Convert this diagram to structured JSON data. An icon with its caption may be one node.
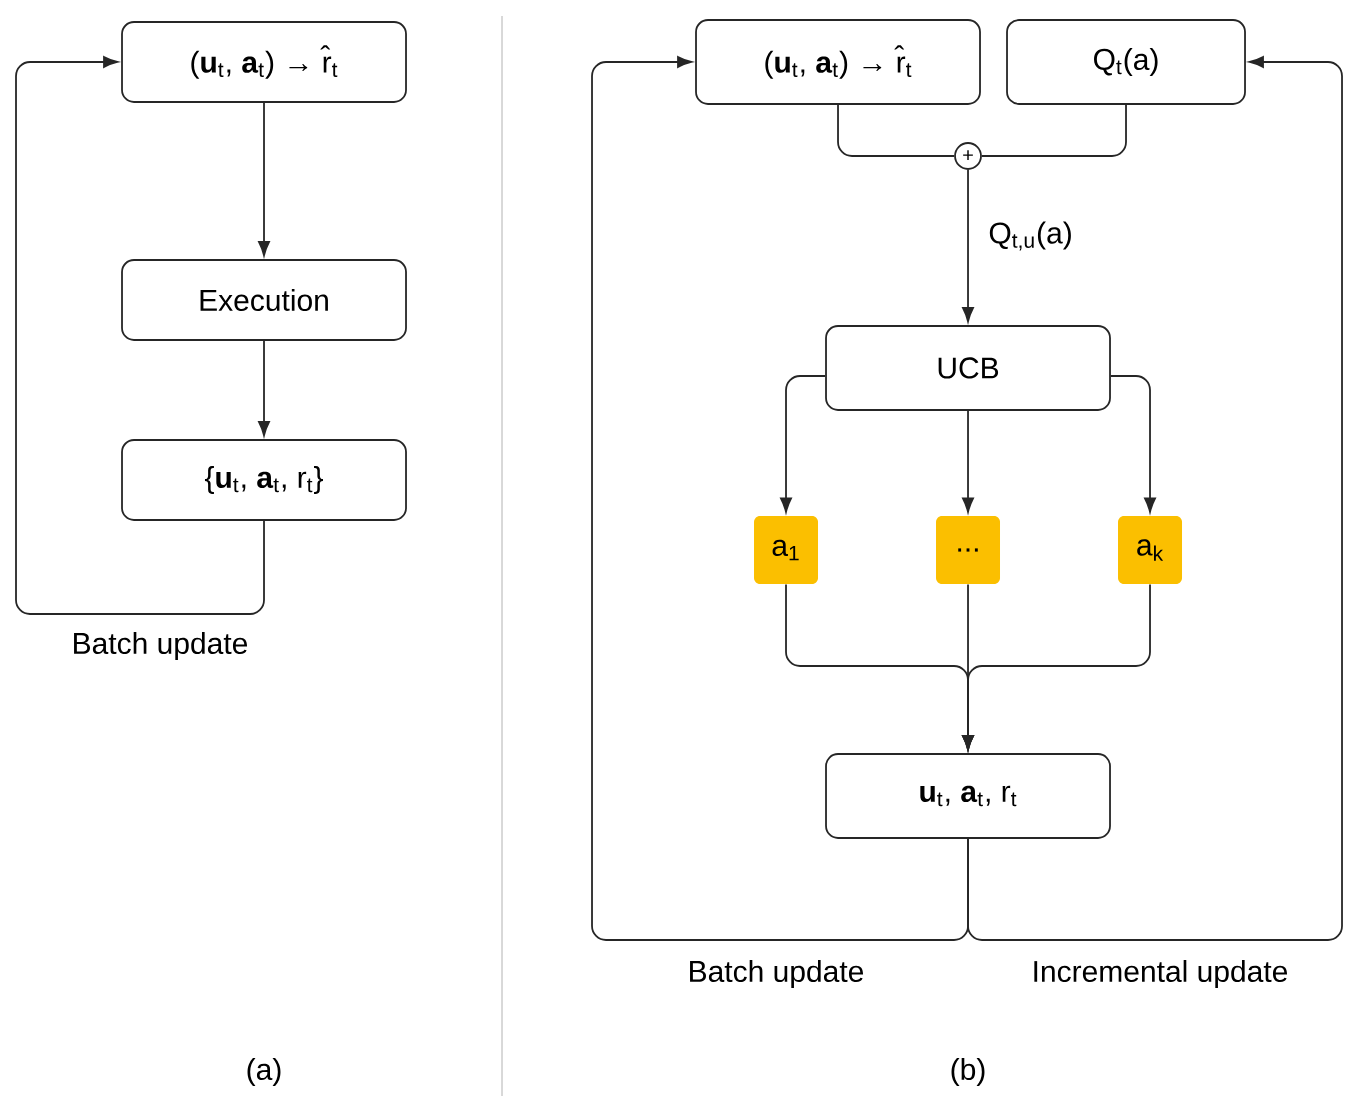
{
  "diagram": {
    "nodes": [
      {
        "text": [
          "(**u**$_{t}$, **a**$_{t}$) → r̂$_{t}$"
        ]
      },
      {
        "text": [
          "Execution"
        ]
      },
      {
        "text": [
          "{**u**$_{t}$, **a**$_{t}$, r$_{t}$}"
        ]
      },
      {
        "text": [
          "(**u**$_{t}$, **a**$_{t}$) → r̂$_{t}$"
        ]
      },
      {
        "text": [
          "Q$_{t}$(a)"
        ]
      },
      {
        "text": [
          "+"
        ]
      },
      {
        "text": [
          "UCB"
        ]
      },
      {
        "text": [
          "a$_{1}$"
        ]
      },
      {
        "text": [
          "..."
        ]
      },
      {
        "text": [
          "a$_{k}$"
        ]
      },
      {
        "text": [
          "**u**$_{t}$, **a**$_{t}$, r$_{t}$"
        ]
      }
    ],
    "edges": [
      {
        "from": 0,
        "to": 1,
        "arrow": "to"
      },
      {
        "from": 1,
        "to": 2,
        "arrow": "to"
      },
      {
        "from": 2,
        "to": 0,
        "arrow": "to",
        "label": "Batch update"
      },
      {
        "from": 3,
        "to": 5,
        "arrow": "none"
      },
      {
        "from": 4,
        "to": 5,
        "arrow": "none"
      },
      {
        "from": 5,
        "to": 6,
        "arrow": "to",
        "label": "Q$_{t,u}$(a)"
      },
      {
        "from": 6,
        "to": 7,
        "arrow": "to"
      },
      {
        "from": 6,
        "to": 8,
        "arrow": "to"
      },
      {
        "from": 6,
        "to": 9,
        "arrow": "to"
      },
      {
        "from": 7,
        "to": 10,
        "arrow": "to"
      },
      {
        "from": 8,
        "to": 10,
        "arrow": "to"
      },
      {
        "from": 9,
        "to": 10,
        "arrow": "to"
      },
      {
        "from": 10,
        "to": 3,
        "arrow": "to",
        "label": "Batch update"
      },
      {
        "from": 10,
        "to": 4,
        "arrow": "to",
        "label": "Incremental update"
      }
    ],
    "labels": [
      "(a)",
      "(b)"
    ]
  }
}
